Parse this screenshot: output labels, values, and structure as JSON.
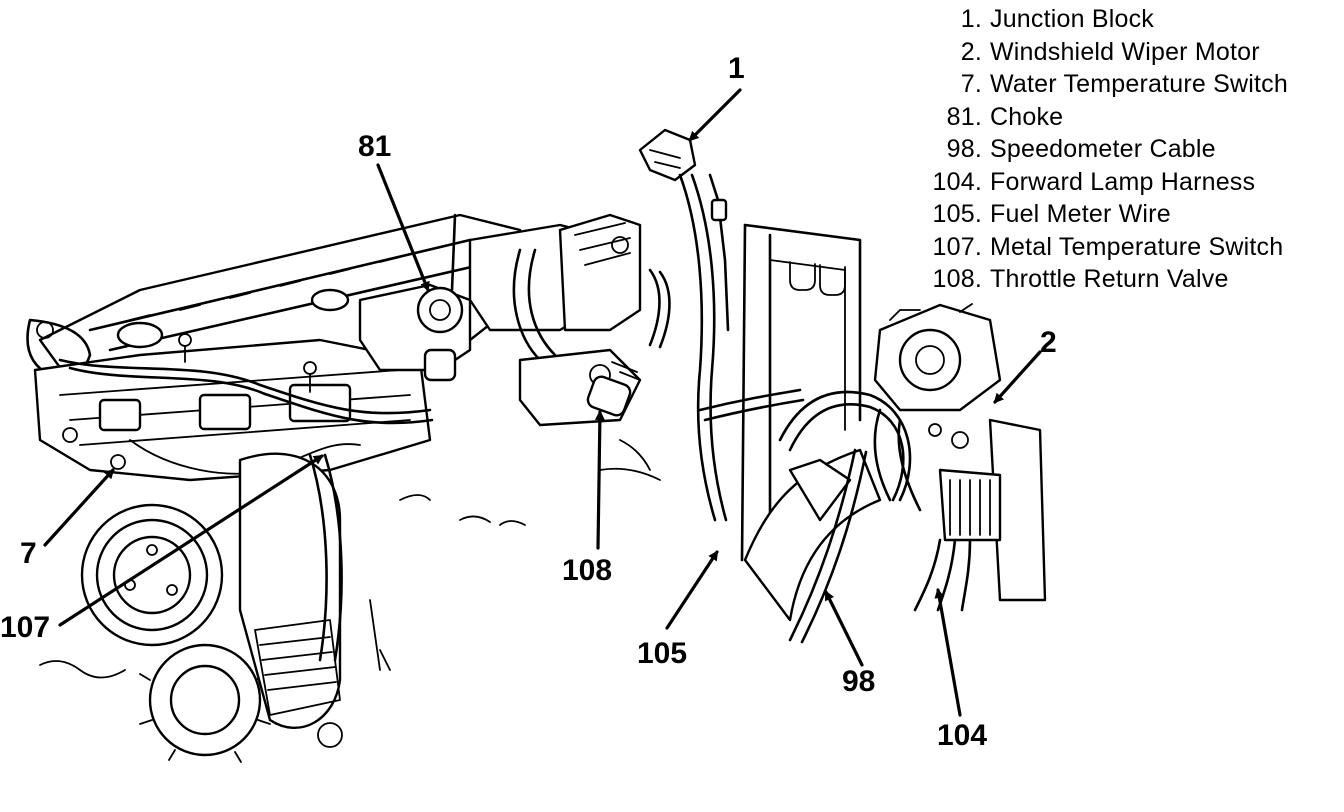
{
  "legend": [
    {
      "num": "1.",
      "name": "Junction Block"
    },
    {
      "num": "2.",
      "name": "Windshield Wiper Motor"
    },
    {
      "num": "7.",
      "name": "Water Temperature Switch"
    },
    {
      "num": "81.",
      "name": "Choke"
    },
    {
      "num": "98.",
      "name": "Speedometer Cable"
    },
    {
      "num": "104.",
      "name": "Forward Lamp Harness"
    },
    {
      "num": "105.",
      "name": "Fuel Meter Wire"
    },
    {
      "num": "107.",
      "name": "Metal Temperature Switch"
    },
    {
      "num": "108.",
      "name": "Throttle Return Valve"
    }
  ],
  "callouts": {
    "c1": "1",
    "c2": "2",
    "c7": "7",
    "c81": "81",
    "c98": "98",
    "c104": "104",
    "c105": "105",
    "c107": "107",
    "c108": "108"
  }
}
